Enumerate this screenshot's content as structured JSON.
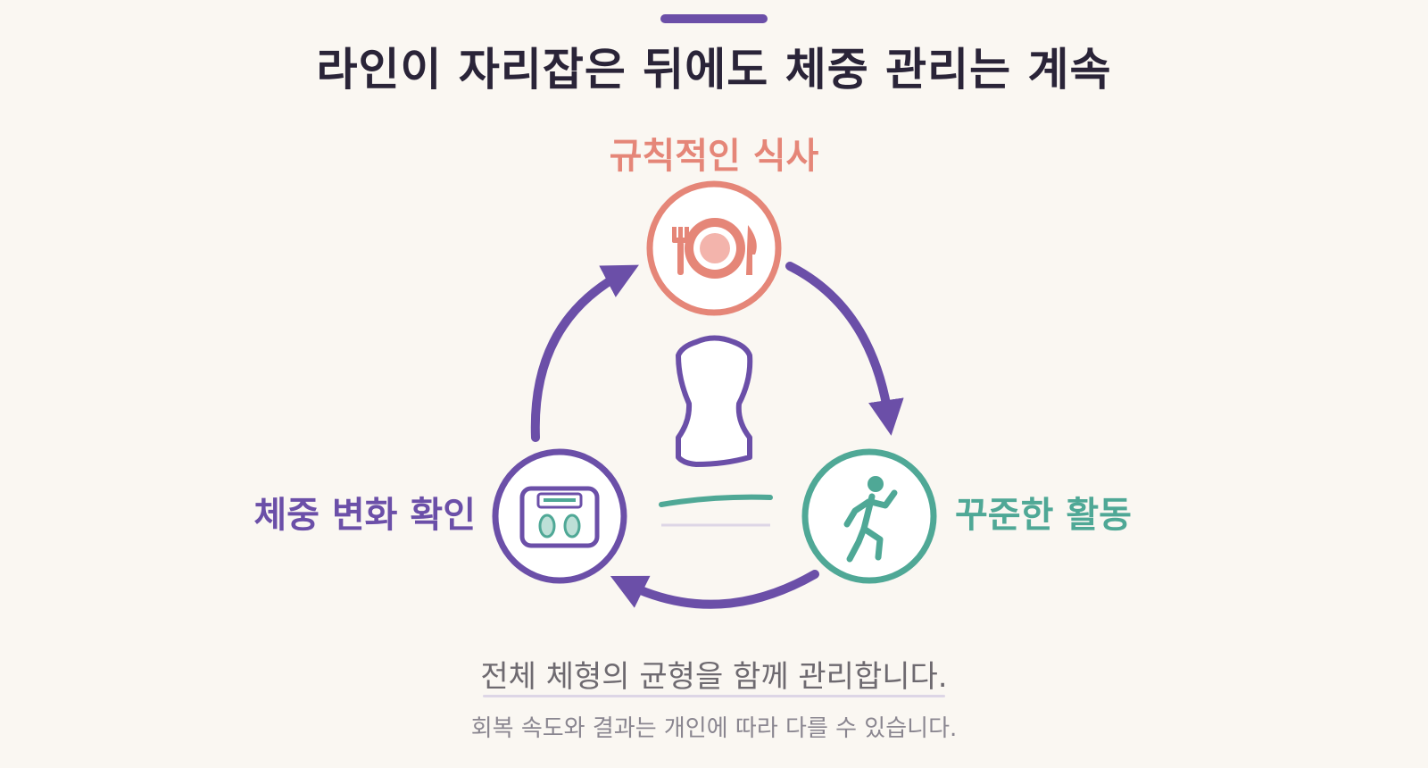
{
  "title": "라인이 자리잡은 뒤에도 체중 관리는 계속",
  "steps": {
    "meal": {
      "label": "규칙적인 식사",
      "icon": "plate-utensils-icon",
      "color": "#e58678"
    },
    "activity": {
      "label": "꾸준한 활동",
      "icon": "running-person-icon",
      "color": "#4fa896"
    },
    "weight": {
      "label": "체중 변화 확인",
      "icon": "bathroom-scale-icon",
      "color": "#6b4fa8"
    }
  },
  "center_icon": "body-silhouette-icon",
  "arrow_color": "#6b4fa8",
  "summary": "전체 체형의 균형을 함께 관리합니다.",
  "note": "회복 속도와 결과는 개인에 따라 다를 수 있습니다."
}
